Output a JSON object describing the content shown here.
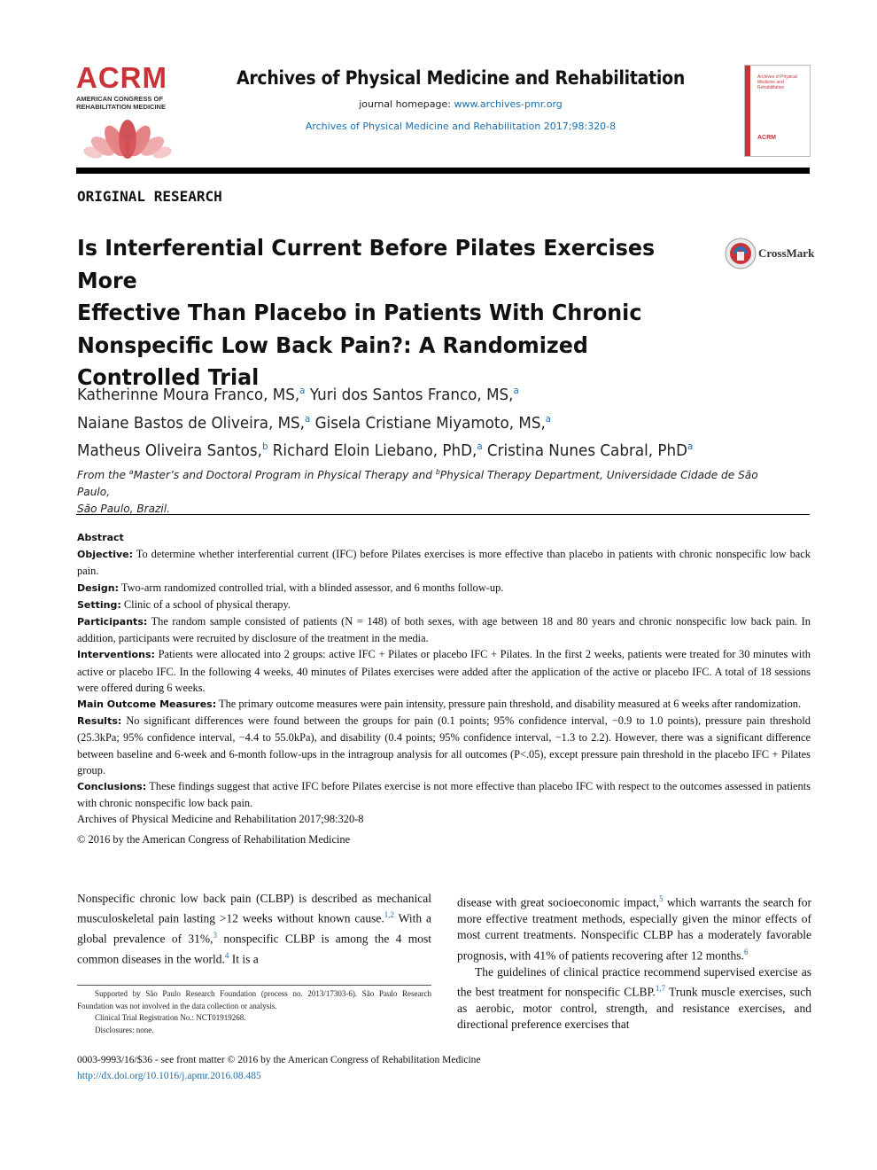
{
  "header": {
    "logo_text": "ACRM",
    "logo_sub_line1": "AMERICAN CONGRESS OF",
    "logo_sub_line2": "REHABILITATION MEDICINE",
    "journal_title": "Archives of Physical Medicine and Rehabilitation",
    "homepage_label": "journal homepage: ",
    "homepage_url": "www.archives-pmr.org",
    "citation": "Archives of Physical Medicine and Rehabilitation 2017;98:320-8",
    "cover_title": "Archives of Physical Medicine and Rehabilitation",
    "cover_logo": "ACRM"
  },
  "section_label": "ORIGINAL RESEARCH",
  "title_lines": [
    "Is Interferential Current Before Pilates Exercises More",
    "Effective Than Placebo in Patients With Chronic",
    "Nonspecific Low Back Pain?: A Randomized",
    "Controlled Trial"
  ],
  "crossmark_label": "CrossMark",
  "authors": [
    {
      "name": "Katherinne Moura Franco, MS,",
      "aff": "a"
    },
    {
      "name": "Yuri dos Santos Franco, MS,",
      "aff": "a"
    },
    {
      "name": "Naiane Bastos de Oliveira, MS,",
      "aff": "a"
    },
    {
      "name": "Gisela Cristiane Miyamoto, MS,",
      "aff": "a"
    },
    {
      "name": "Matheus Oliveira Santos,",
      "aff": "b"
    },
    {
      "name": "Richard Eloin Liebano, PhD,",
      "aff": "a"
    },
    {
      "name": "Cristina Nunes Cabral, PhD",
      "aff": "a"
    }
  ],
  "affiliation": {
    "prefix": "From the ",
    "a_mark": "a",
    "a_text": "Master’s and Doctoral Program in Physical Therapy and ",
    "b_mark": "b",
    "b_text": "Physical Therapy Department, Universidade Cidade de São Paulo,",
    "line2": "São Paulo, Brazil."
  },
  "abstract": {
    "heading": "Abstract",
    "sections": [
      {
        "label": "Objective:",
        "text": " To determine whether interferential current (IFC) before Pilates exercises is more effective than placebo in patients with chronic nonspecific low back pain."
      },
      {
        "label": "Design:",
        "text": " Two-arm randomized controlled trial, with a blinded assessor, and 6 months follow-up."
      },
      {
        "label": "Setting:",
        "text": " Clinic of a school of physical therapy."
      },
      {
        "label": "Participants:",
        "text": " The random sample consisted of patients (N = 148) of both sexes, with age between 18 and 80 years and chronic nonspecific low back pain. In addition, participants were recruited by disclosure of the treatment in the media."
      },
      {
        "label": "Interventions:",
        "text": " Patients were allocated into 2 groups: active IFC + Pilates or placebo IFC + Pilates. In the first 2 weeks, patients were treated for 30 minutes with active or placebo IFC. In the following 4 weeks, 40 minutes of Pilates exercises were added after the application of the active or placebo IFC. A total of 18 sessions were offered during 6 weeks."
      },
      {
        "label": "Main Outcome Measures:",
        "text": " The primary outcome measures were pain intensity, pressure pain threshold, and disability measured at 6 weeks after randomization."
      },
      {
        "label": "Results:",
        "text": " No significant differences were found between the groups for pain (0.1 points; 95% confidence interval, −0.9 to 1.0 points), pressure pain threshold (25.3kPa; 95% confidence interval, −4.4 to 55.0kPa), and disability (0.4 points; 95% confidence interval, −1.3 to 2.2). However, there was a significant difference between baseline and 6-week and 6-month follow-ups in the intragroup analysis for all outcomes (P<.05), except pressure pain threshold in the placebo IFC + Pilates group."
      },
      {
        "label": "Conclusions:",
        "text": " These findings suggest that active IFC before Pilates exercise is not more effective than placebo IFC with respect to the outcomes assessed in patients with chronic nonspecific low back pain."
      }
    ],
    "citation": "Archives of Physical Medicine and Rehabilitation 2017;98:320-8",
    "copyright": "© 2016 by the American Congress of Rehabilitation Medicine"
  },
  "body": {
    "left_a": "Nonspecific chronic low back pain (CLBP) is described as mechanical musculoskeletal pain lasting >12 weeks without known cause.",
    "left_ref1": "1,2",
    "left_b": " With a global prevalence of 31%,",
    "left_ref2": "3",
    "left_c": " nonspecific CLBP is among the 4 most common diseases in the world.",
    "left_ref3": "4",
    "left_d": " It is a",
    "right_a": "disease with great socioeconomic impact,",
    "right_ref1": "5",
    "right_b": " which warrants the search for more effective treatment methods, especially given the minor effects of most current treatments. Nonspecific CLBP has a moderately favorable prognosis, with 41% of patients recovering after 12 months.",
    "right_ref2": "6",
    "right_c": "The guidelines of clinical practice recommend supervised exercise as the best treatment for nonspecific CLBP.",
    "right_ref3": "1,7",
    "right_d": " Trunk muscle exercises, such as aerobic, motor control, strength, and resistance exercises, and directional preference exercises that"
  },
  "footnotes": [
    "Supported by São Paulo Research Foundation (process no. 2013/17303-6). São Paulo Research Foundation was not involved in the data collection or analysis.",
    "Clinical Trial Registration No.: NCT01919268.",
    "Disclosures: none."
  ],
  "bottom": {
    "issn_line": "0003-9993/16/$36 - see front matter © 2016 by the American Congress of Rehabilitation Medicine",
    "doi": "http://dx.doi.org/10.1016/j.apmr.2016.08.485"
  },
  "colors": {
    "brand_red": "#c8333a",
    "link_blue": "#1a6fb0"
  }
}
